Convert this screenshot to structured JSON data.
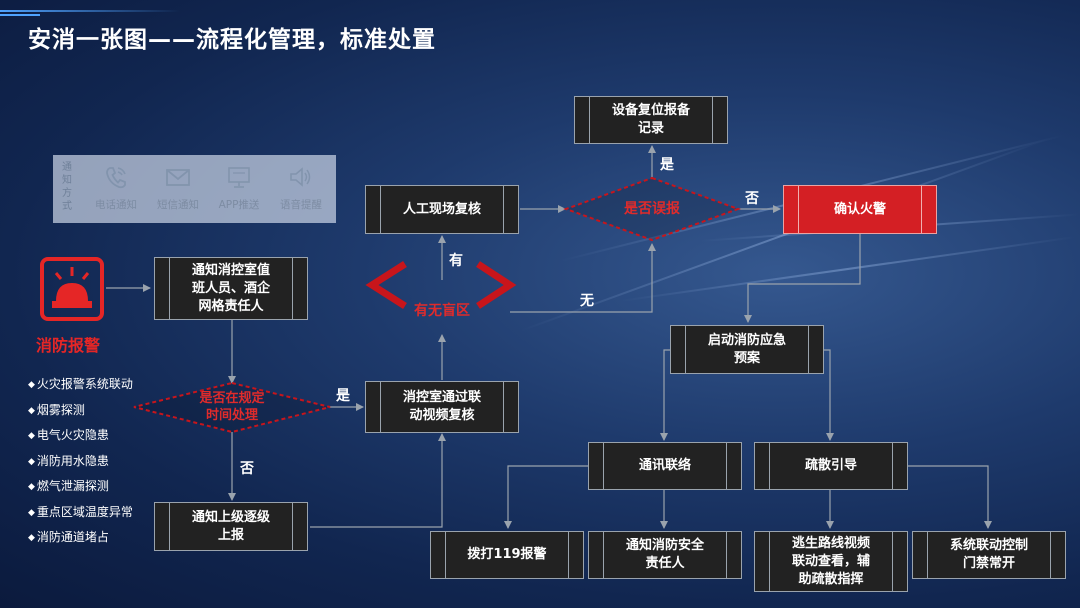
{
  "title": "安消一张图——流程化管理，标准处置",
  "notice_panel": {
    "label": "通知方式",
    "items": [
      {
        "label": "电话通知",
        "icon": "phone-icon"
      },
      {
        "label": "短信通知",
        "icon": "mail-icon"
      },
      {
        "label": "APP推送",
        "icon": "app-push-icon"
      },
      {
        "label": "语音提醒",
        "icon": "speaker-icon"
      }
    ]
  },
  "alarm": {
    "title": "消防报警",
    "icon": "fire-alarm-icon"
  },
  "alarm_sources": [
    "火灾报警系统联动",
    "烟雾探测",
    "电气火灾隐患",
    "消防用水隐患",
    "燃气泄漏探测",
    "重点区域温度异常",
    "消防通道堵占"
  ],
  "boxes": {
    "notify_duty": "通知消控室值\n班人员、酒企\n网格责任人",
    "control_room_review": "消控室通过联\n动视频复核",
    "notify_superior": "通知上级逐级\n上报",
    "manual_review": "人工现场复核",
    "device_reset": "设备复位报备\n记录",
    "confirm_fire": "确认火警",
    "start_plan": "启动消防应急\n预案",
    "communication": "通讯联络",
    "evacuation": "疏散引导",
    "dial_119": "拨打119报警",
    "notify_safety": "通知消防安全\n责任人",
    "escape_video": "逃生路线视频\n联动查看，辅\n助疏散指挥",
    "door_control": "系统联动控制\n门禁常开"
  },
  "decisions": {
    "in_network": "是否在规定\n时间处理",
    "false_alarm": "是否误报",
    "monitored_area": "有无盲区"
  },
  "edge_labels": {
    "yes_left": "是",
    "no_left": "否",
    "has": "有",
    "none": "无",
    "yes_top": "是",
    "no_top": "否"
  },
  "colors": {
    "alarm_red": "#e52626",
    "box_dark": "#222222",
    "box_red": "#d41f24",
    "decision_red": "#c8151b"
  }
}
